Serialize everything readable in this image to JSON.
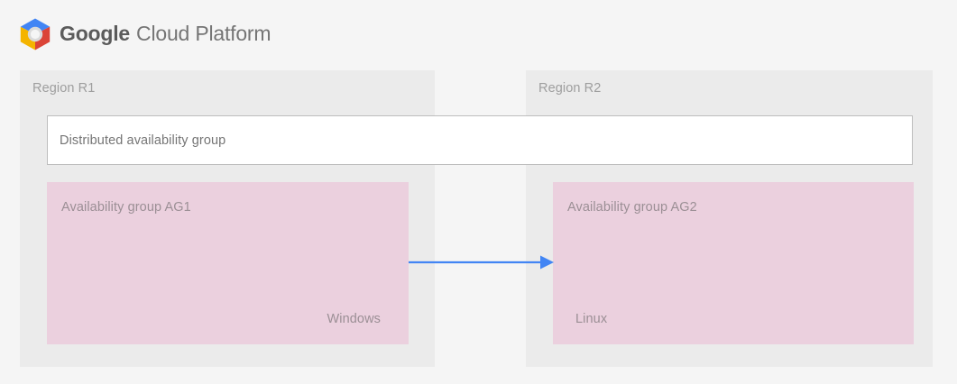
{
  "header": {
    "logo_name": "google-cloud-platform-logo",
    "brand_bold": "Google",
    "brand_light": "Cloud Platform",
    "logo_colors": {
      "blue": "#4285F4",
      "red": "#DB4437",
      "yellow": "#F4B400",
      "center": "#F5F5F5"
    }
  },
  "diagram": {
    "regions": [
      {
        "id": "r1",
        "label": "Region R1"
      },
      {
        "id": "r2",
        "label": "Region R2"
      }
    ],
    "distributed_group": {
      "label": "Distributed availability group",
      "background": "#FFFFFF",
      "border_color": "#BDBDBD"
    },
    "availability_groups": [
      {
        "id": "ag1",
        "title": "Availability group AG1",
        "os": "Windows",
        "color": "#EBD0DE"
      },
      {
        "id": "ag2",
        "title": "Availability group AG2",
        "os": "Linux",
        "color": "#EBD0DE"
      }
    ],
    "connector": {
      "name": "replication-arrow",
      "direction": "left-to-right",
      "from": "ag1",
      "to": "ag2",
      "color": "#4285F4"
    },
    "colors": {
      "page_background": "#FFFFFF",
      "canvas_background": "#F5F5F5",
      "region_background": "#EBEBEB",
      "label_text": "#9E9E9E",
      "body_text": "#757575"
    }
  }
}
